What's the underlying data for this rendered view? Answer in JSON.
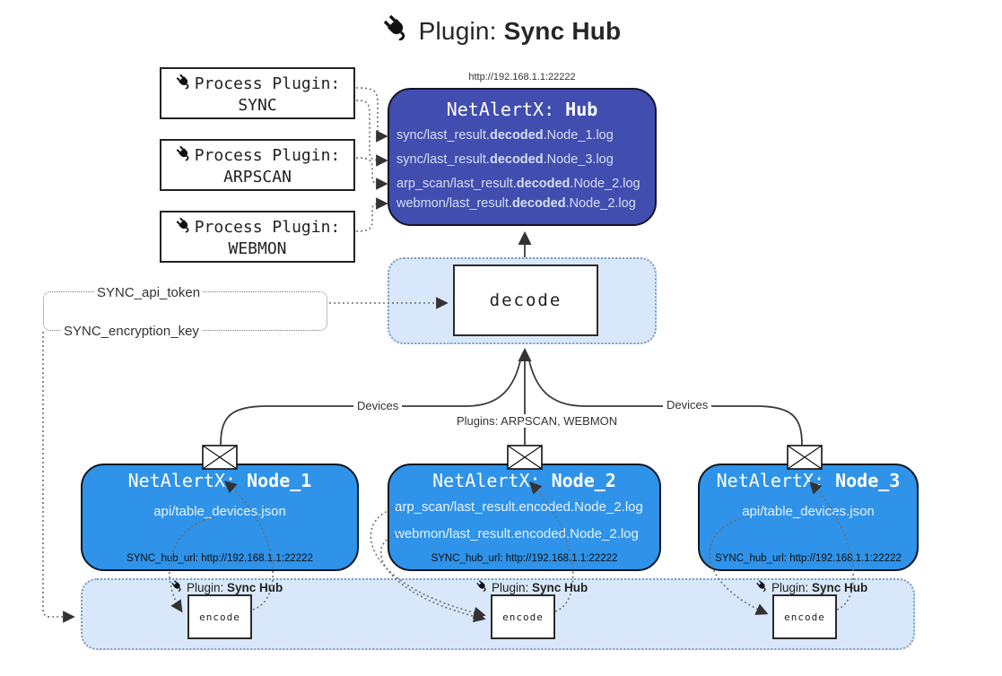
{
  "title": {
    "prefix": "Plugin: ",
    "bold": "Sync Hub"
  },
  "hub": {
    "url": "http://192.168.1.1:22222",
    "name_prefix": "NetAlertX: ",
    "name_bold": "Hub",
    "files": [
      {
        "pre": "sync/last_result.",
        "bold": "decoded",
        "post": ".Node_1.log"
      },
      {
        "pre": "sync/last_result.",
        "bold": "decoded",
        "post": ".Node_3.log"
      },
      {
        "pre": "arp_scan/last_result.",
        "bold": "decoded",
        "post": ".Node_2.log"
      },
      {
        "pre": "webmon/last_result.",
        "bold": "decoded",
        "post": ".Node_2.log"
      }
    ]
  },
  "process_plugins": [
    {
      "title": "Process Plugin:",
      "name": "SYNC"
    },
    {
      "title": "Process Plugin:",
      "name": "ARPSCAN"
    },
    {
      "title": "Process Plugin:",
      "name": "WEBMON"
    }
  ],
  "config": {
    "api_token": "SYNC_api_token",
    "encryption_key": "SYNC_encryption_key"
  },
  "decode_label": "decode",
  "encode_label": "encode",
  "edge_labels": {
    "devices_left": "Devices",
    "devices_right": "Devices",
    "plugins_mid": "Plugins: ARPSCAN, WEBMON"
  },
  "nodes": [
    {
      "name_prefix": "NetAlertX: ",
      "name_bold": "Node_1",
      "files": [
        "api/table_devices.json"
      ],
      "hub_url": "SYNC_hub_url: http://192.168.1.1:22222"
    },
    {
      "name_prefix": "NetAlertX: ",
      "name_bold": "Node_2",
      "files": [
        "arp_scan/last_result.encoded.Node_2.log",
        "webmon/last_result.encoded.Node_2.log"
      ],
      "hub_url": "SYNC_hub_url: http://192.168.1.1:22222"
    },
    {
      "name_prefix": "NetAlertX: ",
      "name_bold": "Node_3",
      "files": [
        "api/table_devices.json"
      ],
      "hub_url": "SYNC_hub_url: http://192.168.1.1:22222"
    }
  ],
  "sync_plugin_label": {
    "prefix": "Plugin: ",
    "bold": "Sync Hub"
  },
  "colors": {
    "hub_bg": "#424DB0",
    "node_bg": "#2E93E9",
    "container_bg": "#d8e8fa",
    "accent_border": "#7c9cc4"
  }
}
